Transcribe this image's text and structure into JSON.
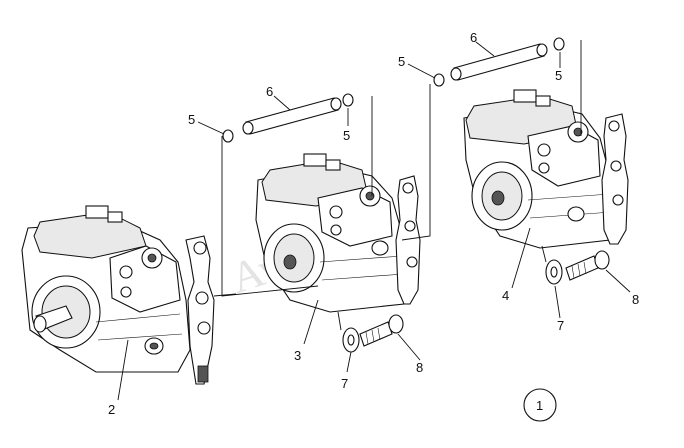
{
  "drawing": {
    "watermark": "AvtoSoft",
    "sheet_number": "1",
    "callouts": {
      "c2": "2",
      "c3": "3",
      "c4": "4",
      "c5a": "5",
      "c5b": "5",
      "c5c": "5",
      "c5d": "5",
      "c6a": "6",
      "c6b": "6",
      "c7a": "7",
      "c7b": "7",
      "c8a": "8",
      "c8b": "8"
    }
  }
}
